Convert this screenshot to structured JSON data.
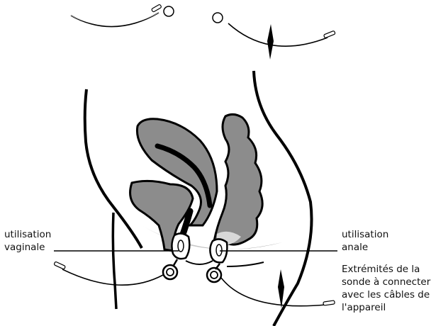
{
  "labels": {
    "vaginal": [
      "utilisation",
      "vaginale"
    ],
    "anal": [
      "utilisation",
      "anale"
    ],
    "probe_ends": [
      "Extrémités de la",
      "sonde à connecter",
      "avec les câbles de",
      "l'appareil"
    ]
  },
  "colors": {
    "organ_fill": "#8c8c8c",
    "outline": "#000000",
    "background": "#ffffff"
  }
}
